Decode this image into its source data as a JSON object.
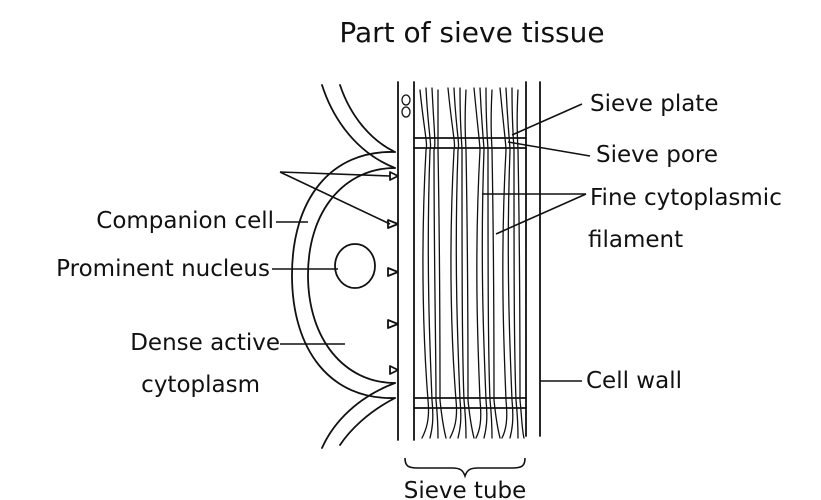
{
  "title": "Part of sieve tissue",
  "labels": {
    "sieve_plate": "Sieve plate",
    "sieve_pore": "Sieve pore",
    "fine_filament_line1": "Fine cytoplasmic",
    "fine_filament_line2": "filament",
    "companion_cell": "Companion cell",
    "prominent_nucleus": "Prominent nucleus",
    "dense_cytoplasm_line1": "Dense active",
    "dense_cytoplasm_line2": "cytoplasm",
    "cell_wall": "Cell wall",
    "sieve_tube": "Sieve tube"
  }
}
